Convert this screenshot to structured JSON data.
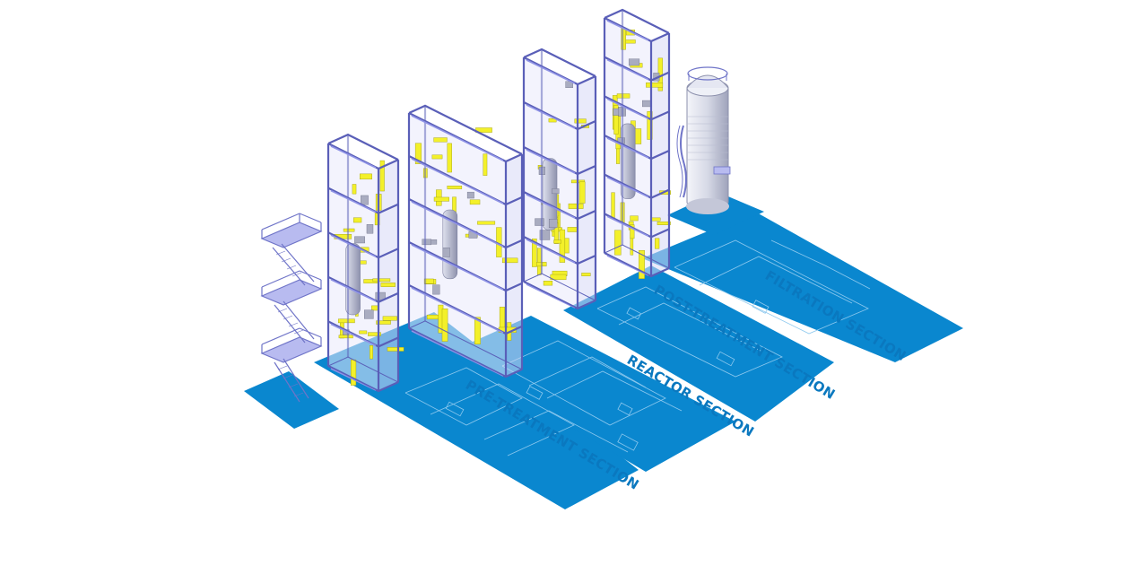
{
  "sections": [
    {
      "id": "pre-treatment",
      "label": "PRE-TREATMENT SECTION"
    },
    {
      "id": "reactor",
      "label": "REACTOR SECTION"
    },
    {
      "id": "post-treatment",
      "label": "POST-TREATMENT SECTION"
    },
    {
      "id": "filtration",
      "label": "FILTRATION SECTION"
    }
  ],
  "colors": {
    "floor": "#0a87cf",
    "floor_line": "#8cc8ee",
    "label": "#0a78bf",
    "frame": "#8f93e6",
    "frame_dark": "#5a5fb8",
    "equipment_yellow": "#f3f02a",
    "equipment_gray": "#a9acc0",
    "tank": "#d8dbe8"
  }
}
